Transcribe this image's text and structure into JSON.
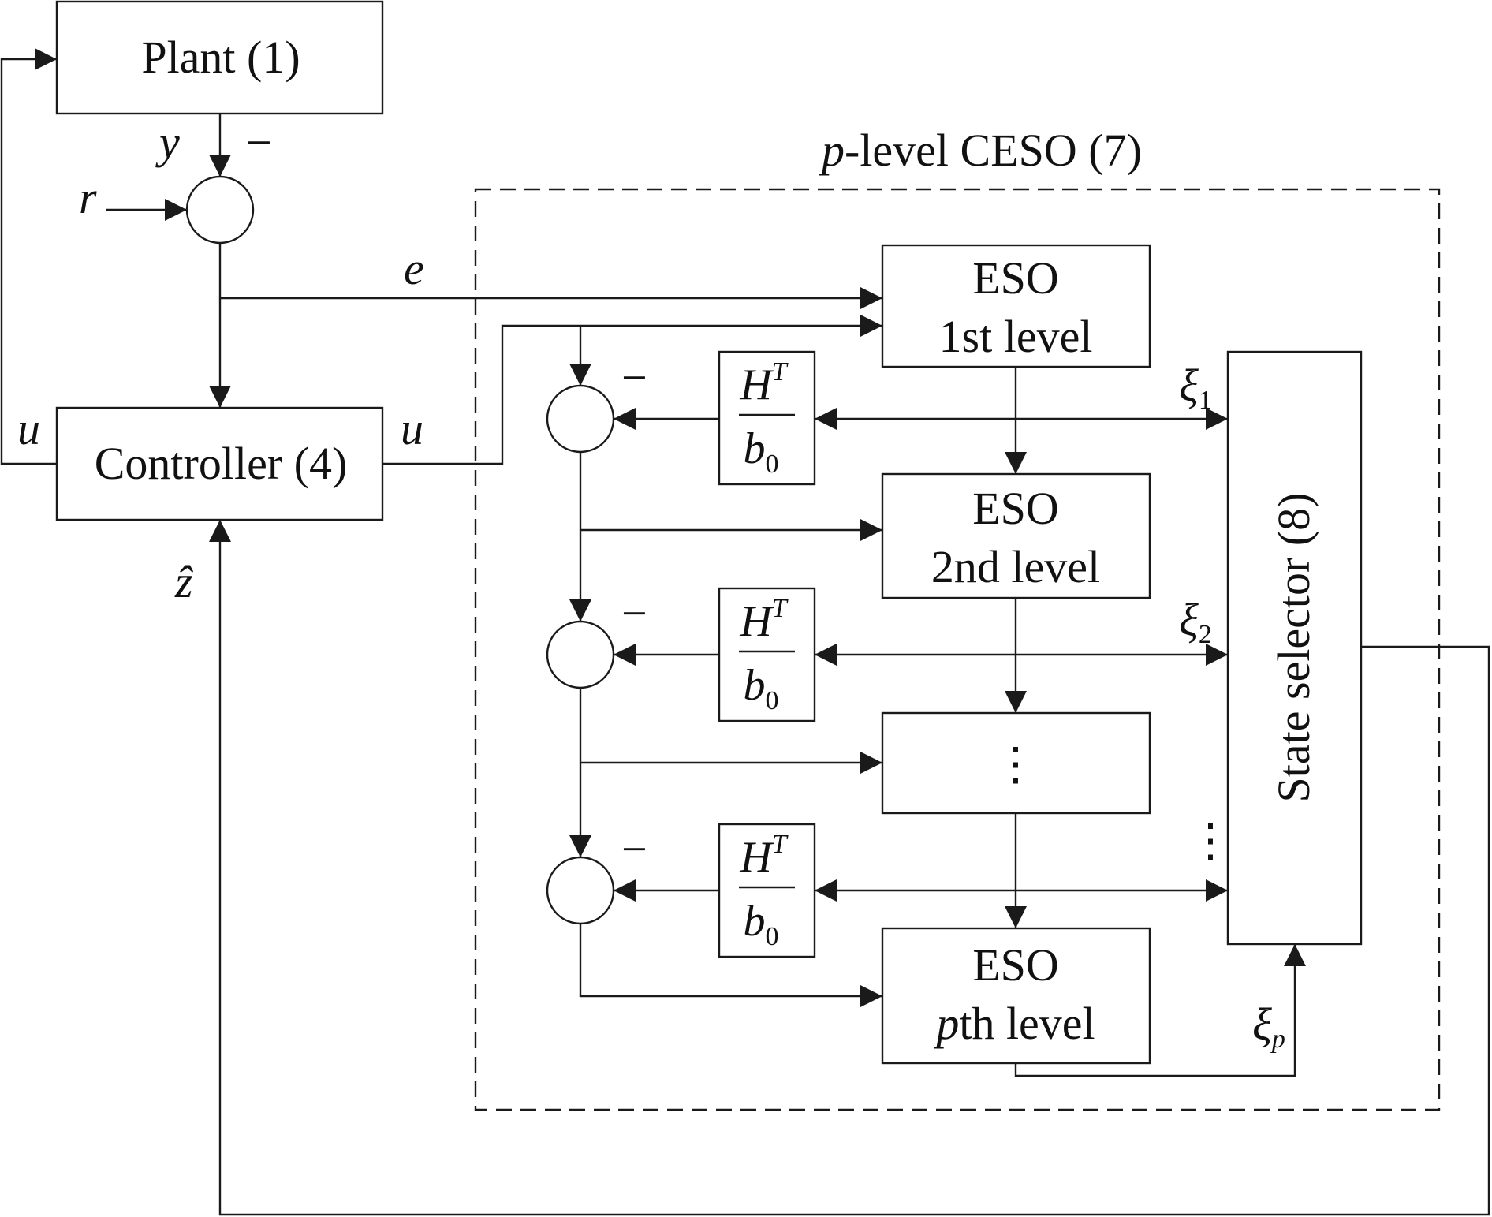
{
  "blocks": {
    "plant": "Plant (1)",
    "controller": "Controller (4)",
    "ceso_title_var": "p",
    "ceso_title_rest": "-level CESO (7)",
    "eso1": {
      "line1": "ESO",
      "line2": "1st level"
    },
    "eso2": {
      "line1": "ESO",
      "line2": "2nd level"
    },
    "eso_mid": "⋮",
    "esop": {
      "line1": "ESO",
      "line2_var": "p",
      "line2_rest": "th level"
    },
    "selector": "State selector (8)"
  },
  "gain": {
    "numerator": "H",
    "numerator_sup": "T",
    "denominator": "b",
    "denominator_sub": "0"
  },
  "signals": {
    "y": "y",
    "r": "r",
    "e": "e",
    "u_left": "u",
    "u_right": "u",
    "zhat": "ẑ",
    "minus": "−",
    "xi": "ξ",
    "xi_sub1": "1",
    "xi_sub2": "2",
    "xi_subp": "p",
    "vdots": "⋮"
  }
}
